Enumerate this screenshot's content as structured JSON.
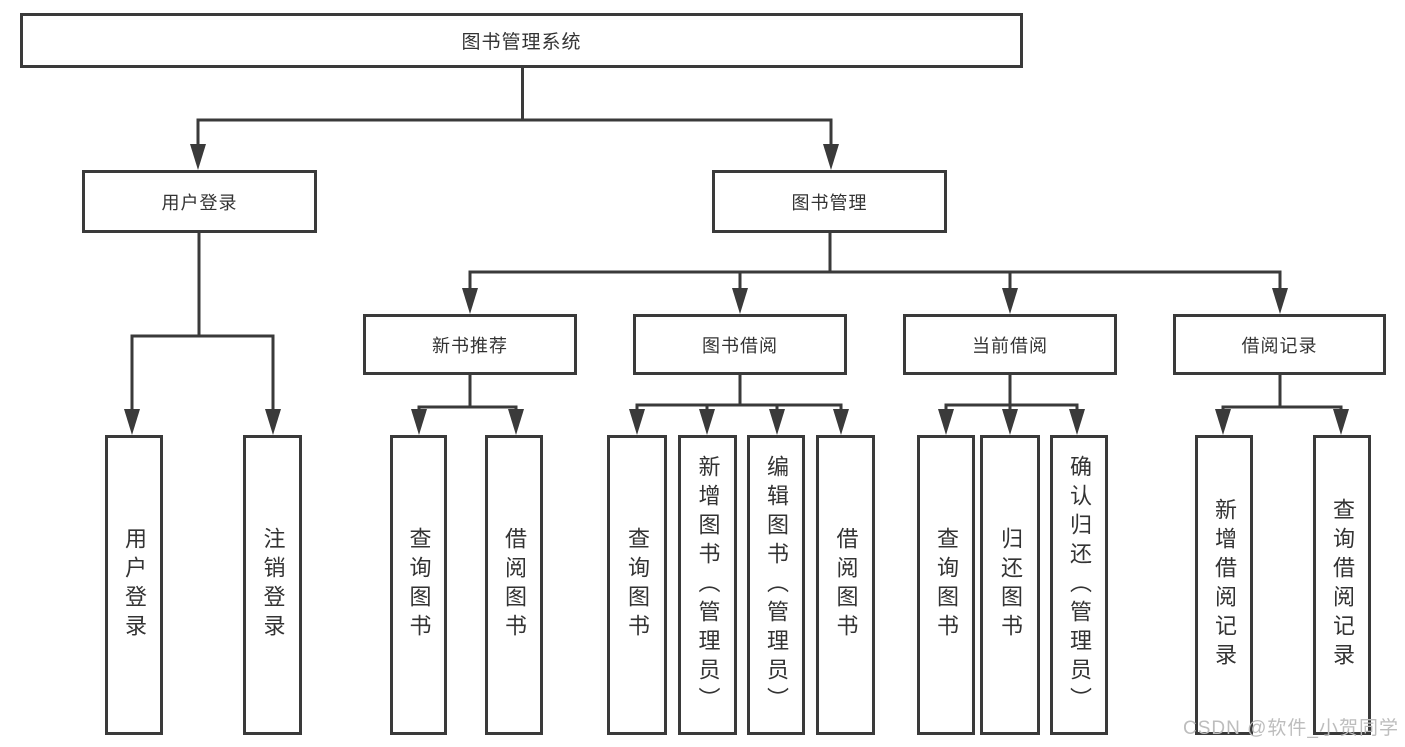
{
  "tree": {
    "root": {
      "label": "图书管理系统"
    },
    "branches": [
      {
        "label": "用户登录",
        "leaves": [
          {
            "label": "用户登录"
          },
          {
            "label": "注销登录"
          }
        ]
      },
      {
        "label": "图书管理",
        "children": [
          {
            "label": "新书推荐",
            "leaves": [
              {
                "label": "查询图书"
              },
              {
                "label": "借阅图书"
              }
            ]
          },
          {
            "label": "图书借阅",
            "leaves": [
              {
                "label": "查询图书"
              },
              {
                "label": "新增图书（管理员）"
              },
              {
                "label": "编辑图书（管理员）"
              },
              {
                "label": "借阅图书"
              }
            ]
          },
          {
            "label": "当前借阅",
            "leaves": [
              {
                "label": "查询图书"
              },
              {
                "label": "归还图书"
              },
              {
                "label": "确认归还（管理员）"
              }
            ]
          },
          {
            "label": "借阅记录",
            "leaves": [
              {
                "label": "新增借阅记录"
              },
              {
                "label": "查询借阅记录"
              }
            ]
          }
        ]
      }
    ]
  },
  "watermark": {
    "text": "CSDN @软件_小贺同学"
  },
  "colors": {
    "line": "#3a3a3a",
    "box_border": "#3a3a3a",
    "text": "#333333",
    "watermark": "#bdbdbd",
    "background": "#ffffff"
  }
}
